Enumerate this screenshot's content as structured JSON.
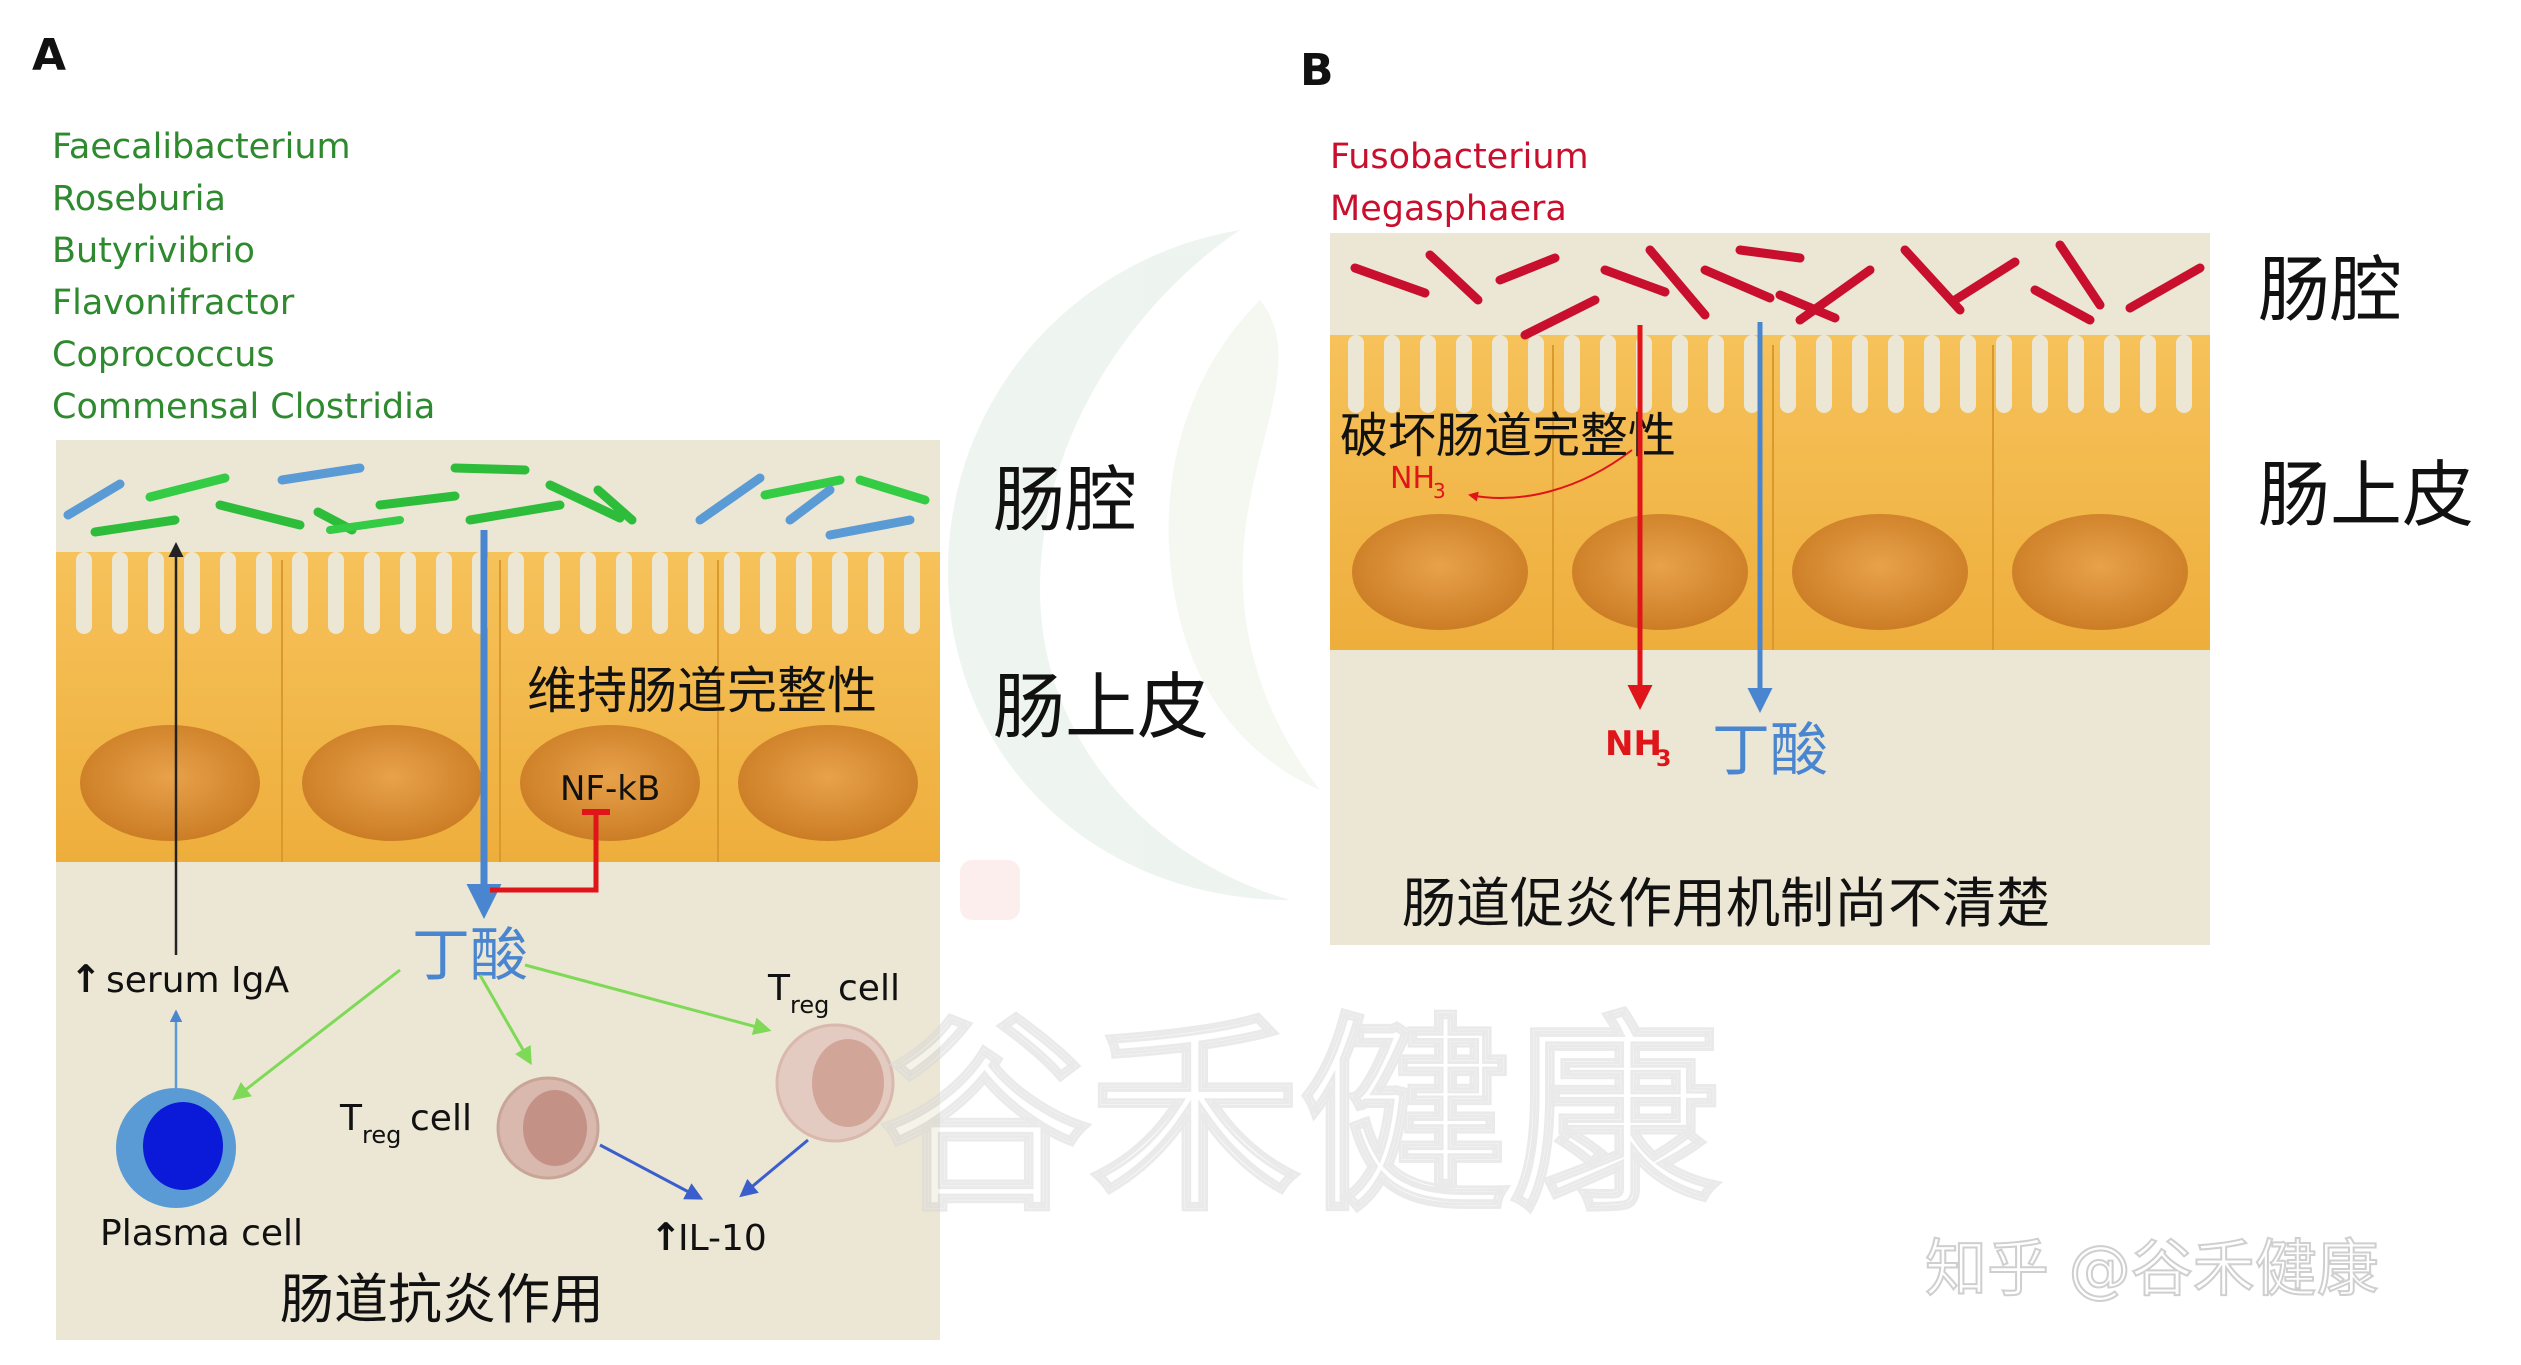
{
  "panel_a": {
    "letter": "A",
    "bacteria": [
      "Faecalibacterium",
      "Roseburia",
      "Butyrivibrio",
      "Flavonifractor",
      "Coprococcus",
      "Commensal Clostridia"
    ],
    "label_lumen": "肠腔",
    "label_epithelium": "肠上皮",
    "label_integrity": "维持肠道完整性",
    "label_nfkb": "NF-kB",
    "label_butyrate": "丁酸",
    "label_serum_iga": "serum IgA",
    "label_treg_main": "T",
    "label_treg_sub": "reg",
    "label_cell": "cell",
    "label_plasma": "Plasma cell",
    "label_il10": "IL-10",
    "label_caption": "肠道抗炎作用",
    "up_arrow": "↑"
  },
  "panel_b": {
    "letter": "B",
    "bacteria": [
      "Fusobacterium",
      "Megasphaera"
    ],
    "label_lumen": "肠腔",
    "label_epithelium": "肠上皮",
    "label_damage": "破坏肠道完整性",
    "label_nh3_main": "NH",
    "label_nh3_sub": "3",
    "label_butyrate": "丁酸",
    "label_caption": "肠道促炎作用机制尚不清楚"
  },
  "watermark": {
    "brand": "谷禾健康",
    "zhihu": "知乎 @谷禾健康"
  },
  "colors": {
    "green_text": "#2f8a2f",
    "red_text": "#c8102e",
    "butyrate_blue": "#4a86cf",
    "red_arrow": "#e0151a",
    "lumen_bg": "#ece6d4",
    "epithelium": "#f3b64a",
    "nucleus": "#d8892c"
  }
}
